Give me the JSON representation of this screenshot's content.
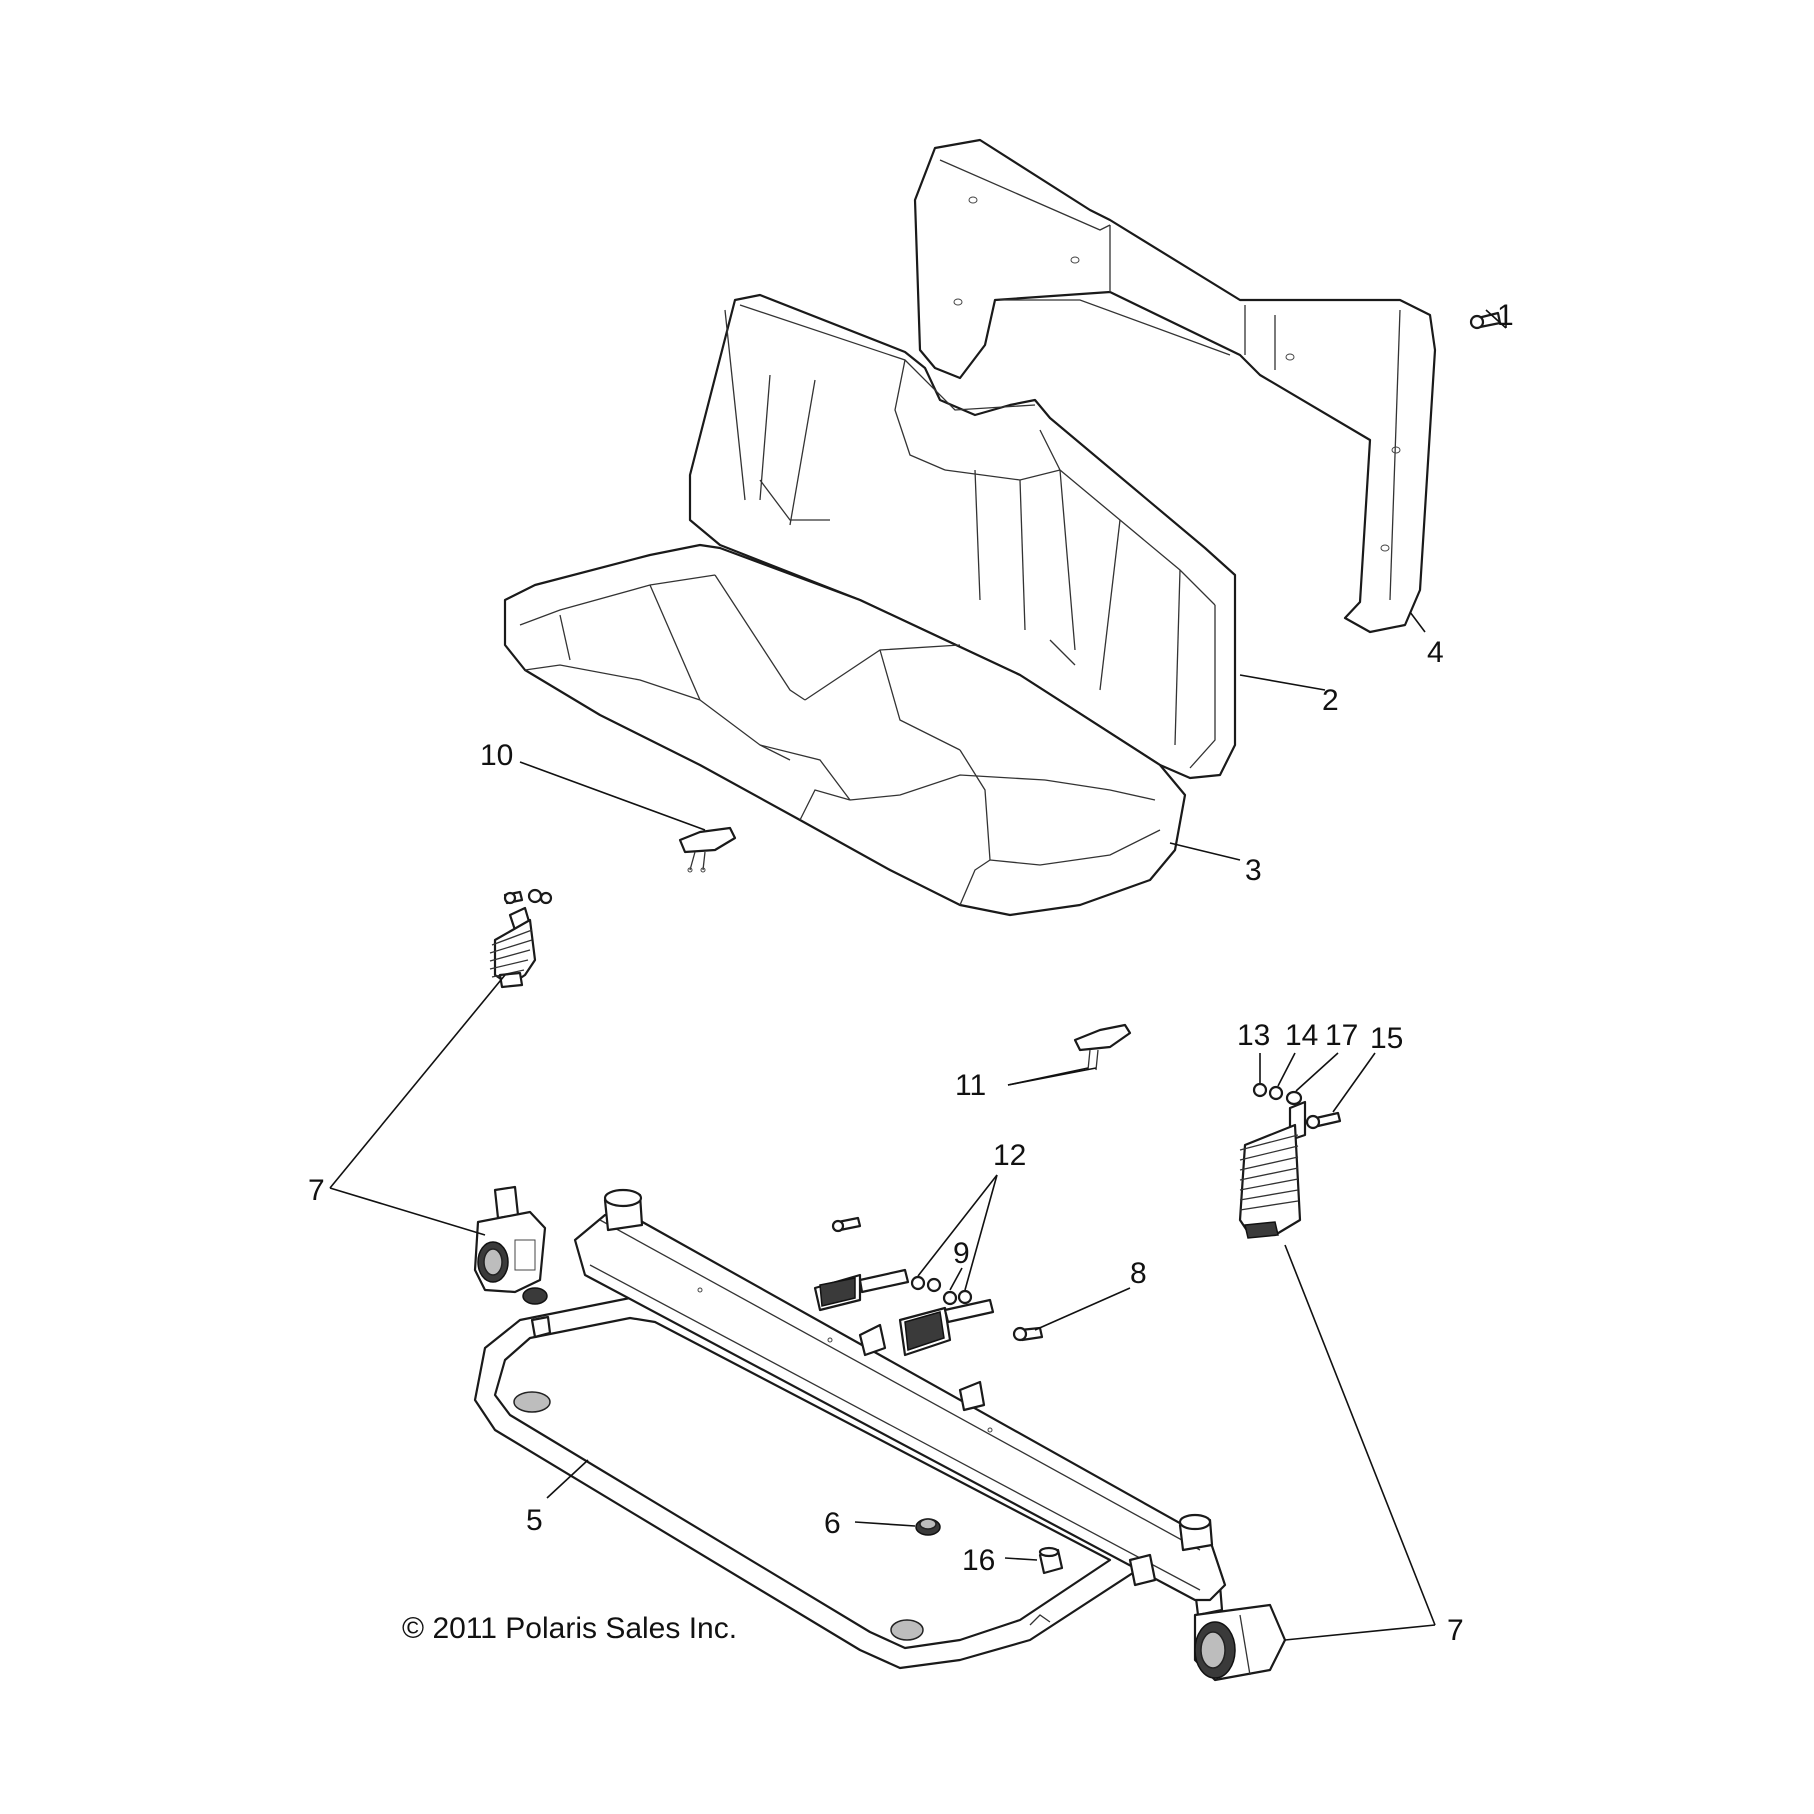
{
  "copyright": "© 2011 Polaris Sales Inc.",
  "callouts": {
    "c1": "1",
    "c2": "2",
    "c3": "3",
    "c4": "4",
    "c5": "5",
    "c6": "6",
    "c7a": "7",
    "c7b": "7",
    "c8": "8",
    "c9": "9",
    "c10": "10",
    "c11": "11",
    "c12": "12",
    "c13": "13",
    "c14": "14",
    "c15": "15",
    "c16": "16",
    "c17": "17"
  }
}
